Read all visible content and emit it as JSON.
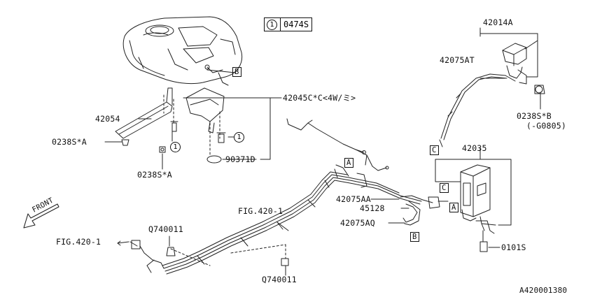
{
  "key": {
    "symbol": "1",
    "code": "0474S"
  },
  "parts": {
    "p42014A": "42014A",
    "p42075AT": "42075AT",
    "p0238SB": "0238S*B",
    "p0238SB_note": "(-G0805)",
    "p42045C": "42045C*C<4W/ミ>",
    "p42054": "42054",
    "p0238SA_1": "0238S*A",
    "p0238SA_2": "0238S*A",
    "p90371D": "90371D",
    "p42035": "42035",
    "p42075AA": "42075AA",
    "p45128": "45128",
    "p42075AQ": "42075AQ",
    "p0101S": "0101S",
    "pQ740011_1": "Q740011",
    "pQ740011_2": "Q740011",
    "fig1": "FIG.420-1",
    "fig2": "FIG.420-1",
    "front": "FRONT"
  },
  "refs": {
    "tank_B": "B",
    "line_C": "C",
    "line_A": "A",
    "canister_C": "C",
    "canister_A": "A",
    "hose_B": "B",
    "circle1_a": "1",
    "circle1_b": "1"
  },
  "diagram_id": "A420001380"
}
